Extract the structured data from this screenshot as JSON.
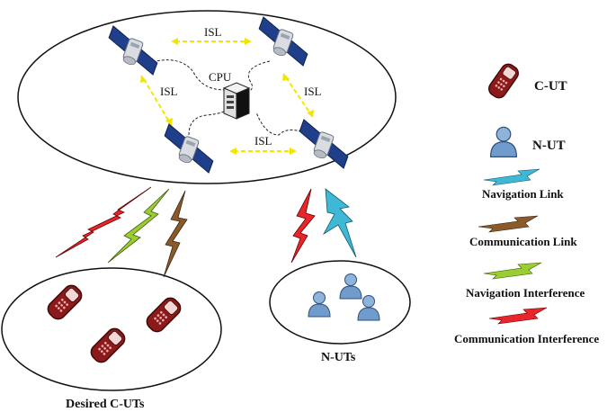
{
  "network": {
    "isl_label": "ISL",
    "cpu_label": "CPU"
  },
  "groups": {
    "desired_cut_label": "Desired C-UTs",
    "nut_label": "N-UTs"
  },
  "legend": {
    "cut_label": "C-UT",
    "nut_label": "N-UT",
    "navigation_link": "Navigation Link",
    "communication_link": "Communication Link",
    "navigation_interference": "Navigation Interference",
    "communication_interference": "Communication Interference"
  },
  "colors": {
    "navigation_link": "#3fb8d6",
    "communication_link": "#8a5a2b",
    "navigation_interference": "#9acd32",
    "communication_interference": "#e8252b",
    "isl": "#f2e600",
    "phone_body": "#8b1a1a",
    "user_icon": "#6f9ccc"
  },
  "icons": {
    "satellite": "satellite-icon",
    "cpu": "server-icon",
    "cut": "mobile-phone-icon",
    "nut": "user-icon"
  }
}
